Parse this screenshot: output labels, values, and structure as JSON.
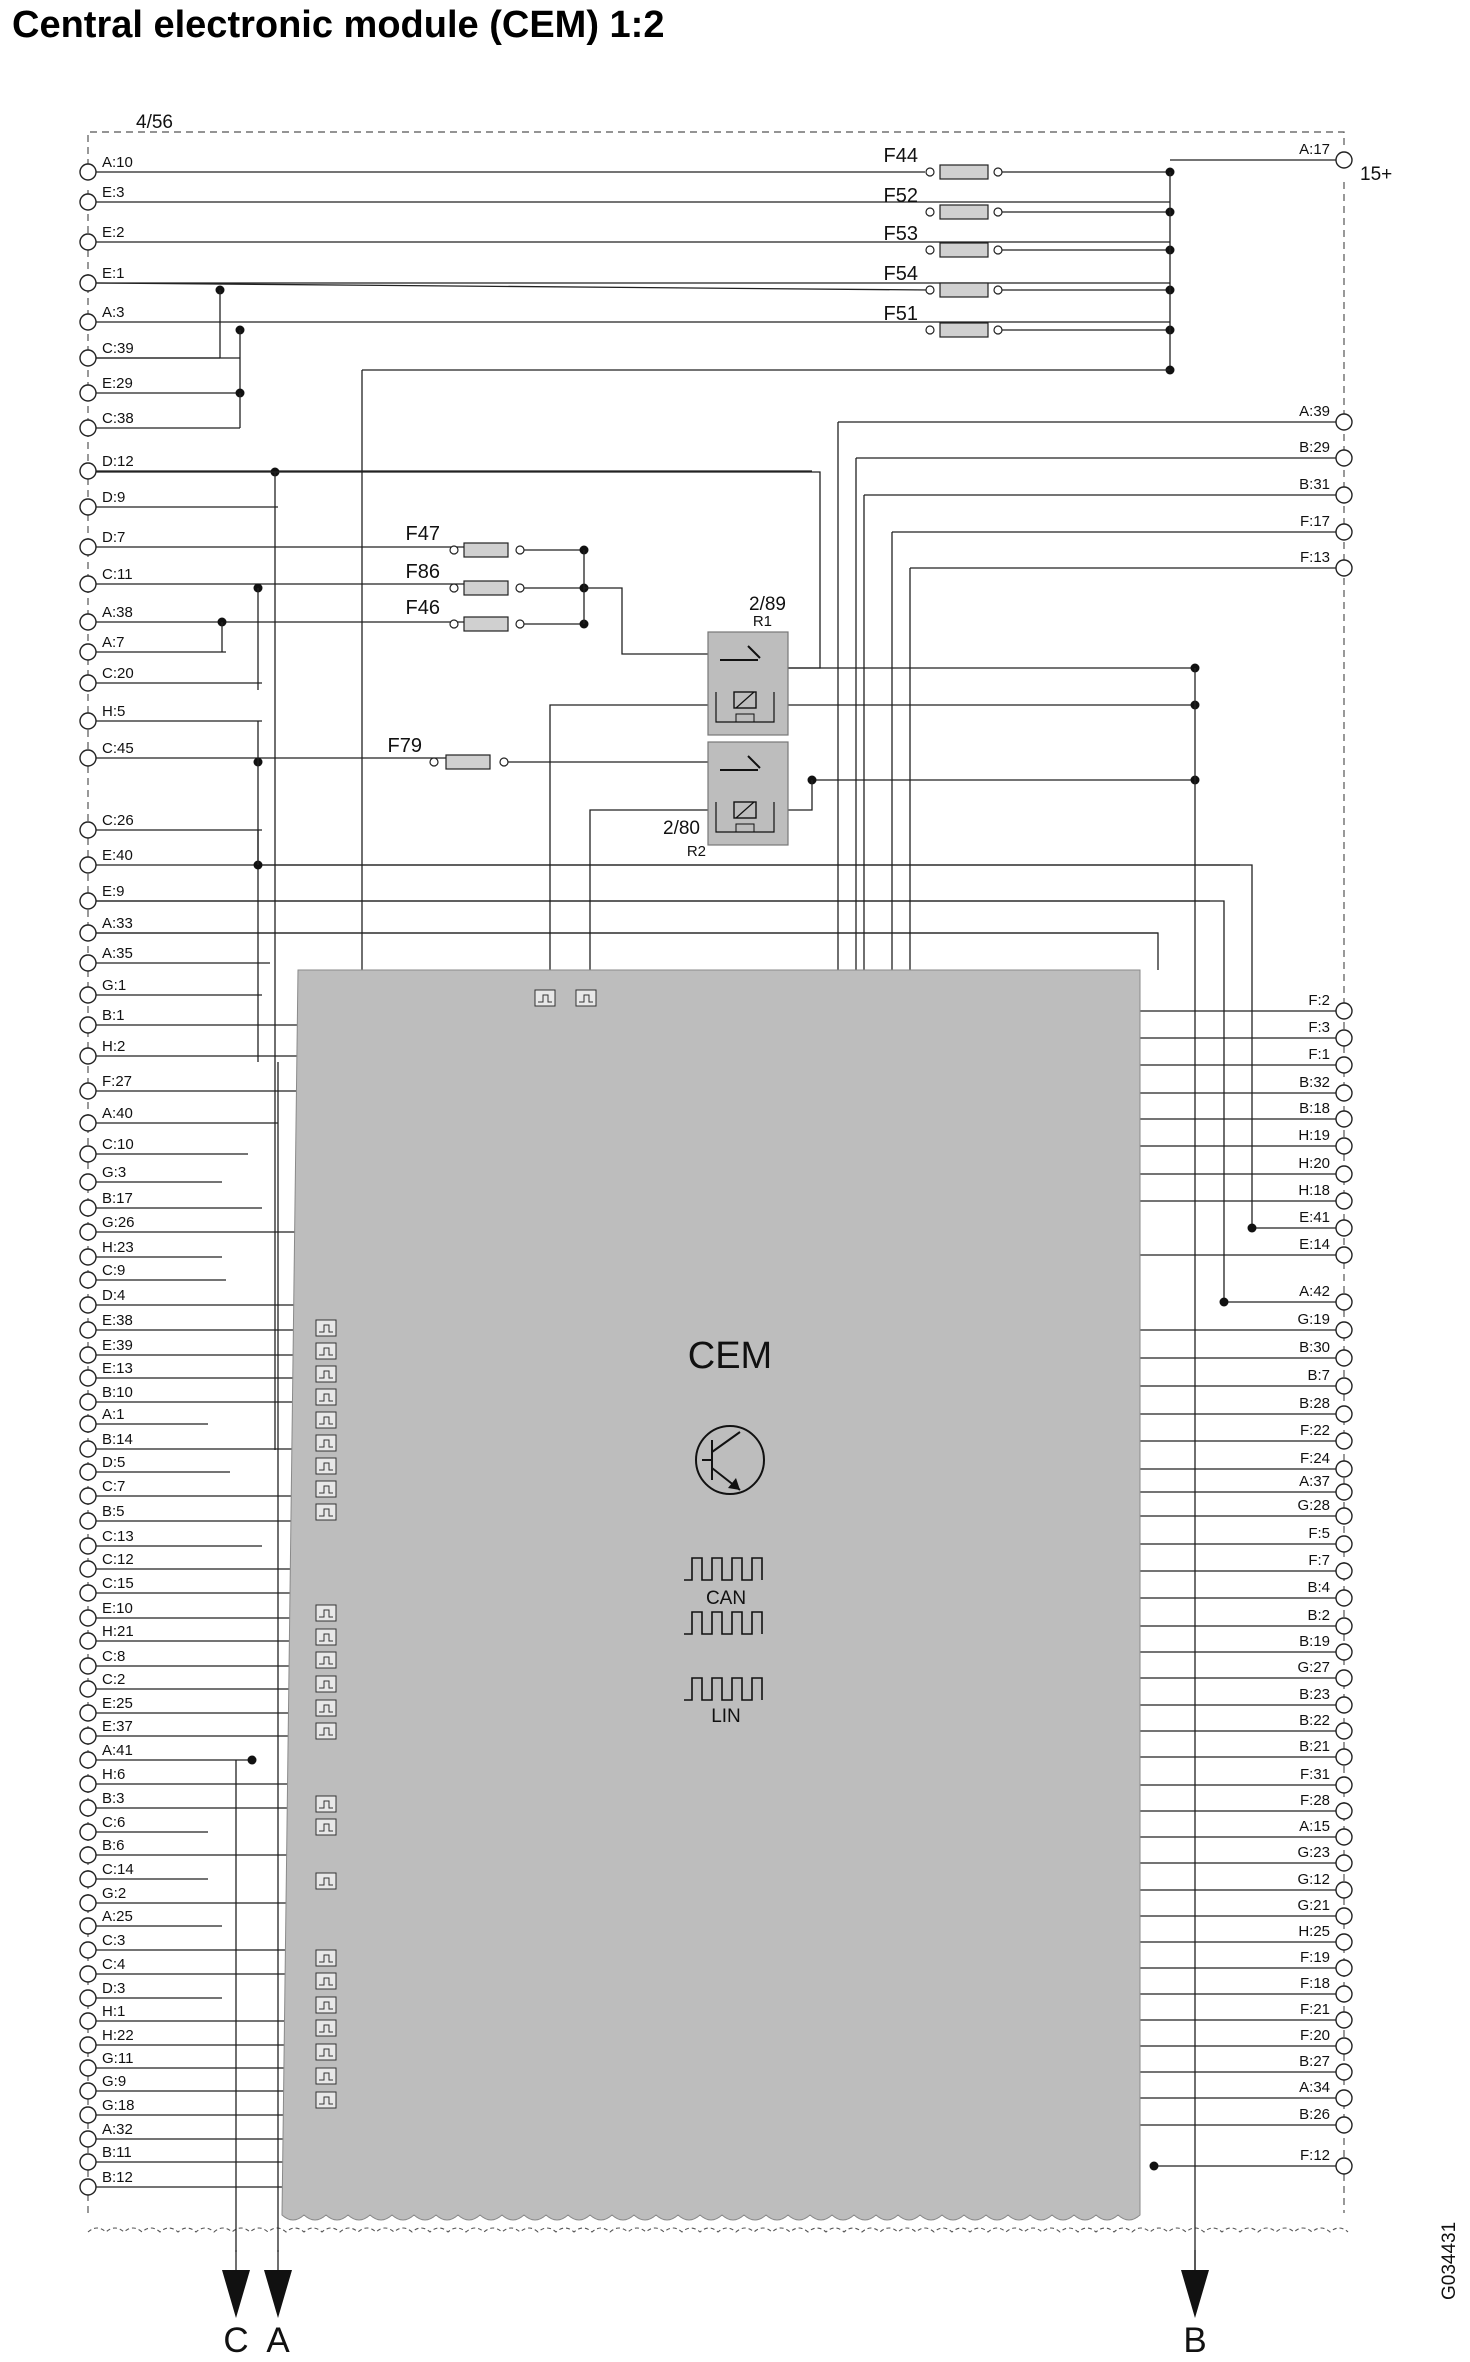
{
  "title": "Central electronic module (CEM) 1:2",
  "frame_ref": "4/56",
  "supply_label": "15+",
  "module_label": "CEM",
  "can_label": "CAN",
  "lin_label": "LIN",
  "figure_code": "G034431",
  "relays": [
    {
      "id": "2/89",
      "ref": "R1"
    },
    {
      "id": "2/80",
      "ref": "R2"
    }
  ],
  "fuses": [
    "F44",
    "F52",
    "F53",
    "F54",
    "F51",
    "F47",
    "F86",
    "F46",
    "F79"
  ],
  "left_connectors": [
    "A:10",
    "E:3",
    "E:2",
    "E:1",
    "A:3",
    "C:39",
    "E:29",
    "C:38",
    "D:12",
    "D:9",
    "D:7",
    "C:11",
    "A:38",
    "A:7",
    "C:20",
    "H:5",
    "C:45",
    "C:26",
    "E:40",
    "E:9",
    "A:33",
    "A:35",
    "G:1",
    "B:1",
    "H:2",
    "F:27",
    "A:40",
    "C:10",
    "G:3",
    "B:17",
    "G:26",
    "H:23",
    "C:9",
    "D:4",
    "E:38",
    "E:39",
    "E:13",
    "B:10",
    "A:1",
    "B:14",
    "D:5",
    "C:7",
    "B:5",
    "C:13",
    "C:12",
    "C:15",
    "E:10",
    "H:21",
    "C:8",
    "C:2",
    "E:25",
    "E:37",
    "A:41",
    "H:6",
    "B:3",
    "C:6",
    "B:6",
    "C:14",
    "G:2",
    "A:25",
    "C:3",
    "C:4",
    "D:3",
    "H:1",
    "H:22",
    "G:11",
    "G:9",
    "G:18",
    "A:32",
    "B:11",
    "B:12"
  ],
  "right_connectors": [
    "A:17",
    "A:39",
    "B:29",
    "B:31",
    "F:17",
    "F:13",
    "F:2",
    "F:3",
    "F:1",
    "B:32",
    "B:18",
    "H:19",
    "H:20",
    "H:18",
    "E:41",
    "E:14",
    "A:42",
    "G:19",
    "B:30",
    "B:7",
    "B:28",
    "F:22",
    "F:24",
    "A:37",
    "G:28",
    "F:5",
    "F:7",
    "B:4",
    "B:2",
    "B:19",
    "G:27",
    "B:23",
    "B:22",
    "B:21",
    "F:31",
    "F:28",
    "A:15",
    "G:23",
    "G:12",
    "G:21",
    "H:25",
    "F:19",
    "F:18",
    "F:21",
    "F:20",
    "B:27",
    "A:34",
    "B:26",
    "F:12"
  ],
  "outputs": [
    "C",
    "A",
    "B"
  ]
}
